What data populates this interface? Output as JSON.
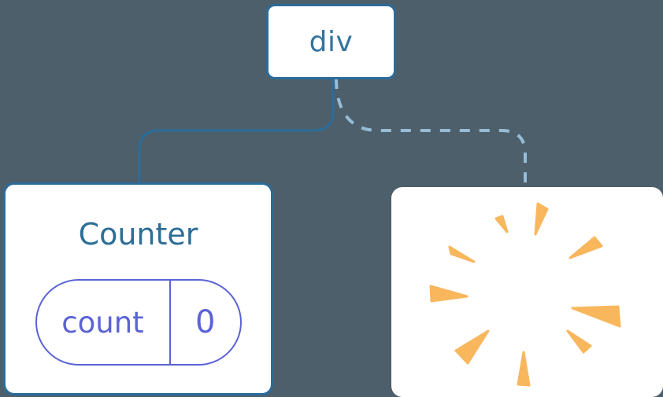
{
  "diagram": {
    "description": "component tree diagram",
    "root": {
      "label": "div"
    },
    "counter_node": {
      "title": "Counter",
      "state_pill": {
        "key": "count",
        "value": "0"
      }
    },
    "removed_node": {
      "icon": "poof-explosion",
      "ray_count": 9
    },
    "edges": [
      {
        "from": "div",
        "to": "Counter",
        "style": "solid"
      },
      {
        "from": "div",
        "to": "removed-node",
        "style": "dashed"
      }
    ]
  },
  "colors": {
    "background": "#4D5F6A",
    "node-fill": "#FFFFFF",
    "node-border": "#2B6C9B",
    "root-label": "#35749E",
    "counter-title": "#2D6E96",
    "solid-edge": "#2B6C9B",
    "dashed-edge": "#97BCD6",
    "state-pill": "#5B63D6",
    "poof": "#F8B75D"
  }
}
